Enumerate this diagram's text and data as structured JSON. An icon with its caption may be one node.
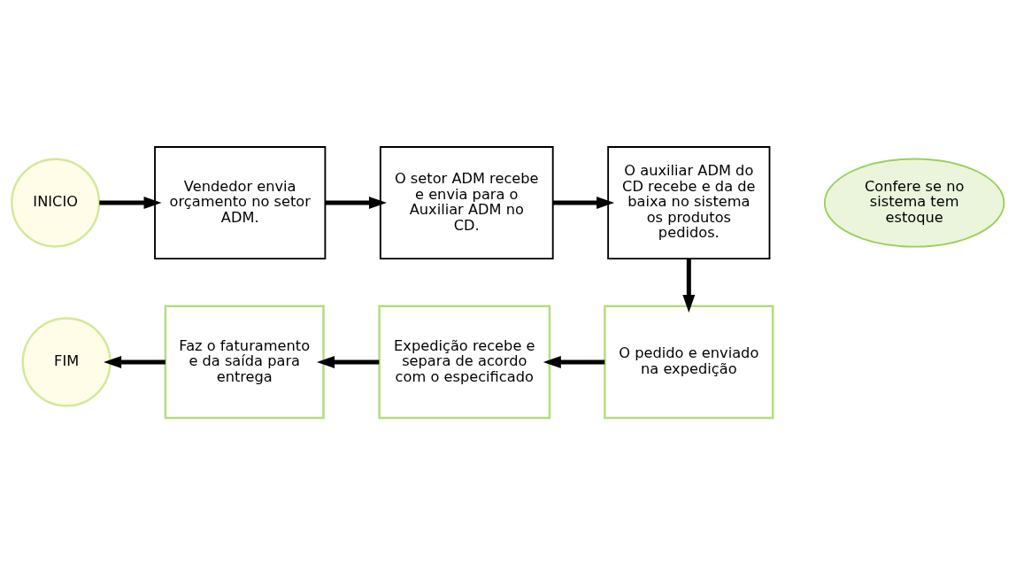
{
  "diagram": {
    "nodes": [
      {
        "text": [
          "INICIO"
        ]
      },
      {
        "text": [
          "Vendedor envia orçamento no setor ADM."
        ]
      },
      {
        "text": [
          "O setor ADM recebe e envia para o Auxiliar ADM no CD."
        ]
      },
      {
        "text": [
          "Confere se no sistema tem estoque"
        ]
      },
      {
        "text": [
          "O auxiliar ADM do CD recebe e da de baixa no sistema os produtos pedidos."
        ]
      },
      {
        "text": [
          "O pedido e enviado na expedição"
        ]
      },
      {
        "text": [
          "Expedição recebe e separa de acordo com o especificado"
        ]
      },
      {
        "text": [
          "Faz o faturamento e da saída para entrega"
        ]
      },
      {
        "text": [
          "FIM"
        ]
      }
    ],
    "edges": [
      {
        "from": 0,
        "to": 1,
        "arrow": "to"
      },
      {
        "from": 1,
        "to": 2,
        "arrow": "to"
      },
      {
        "from": 2,
        "to": 4,
        "arrow": "to"
      },
      {
        "from": 4,
        "to": 5,
        "arrow": "to"
      },
      {
        "from": 5,
        "to": 6,
        "arrow": "to"
      },
      {
        "from": 6,
        "to": 7,
        "arrow": "to"
      },
      {
        "from": 7,
        "to": 8,
        "arrow": "to"
      }
    ]
  }
}
